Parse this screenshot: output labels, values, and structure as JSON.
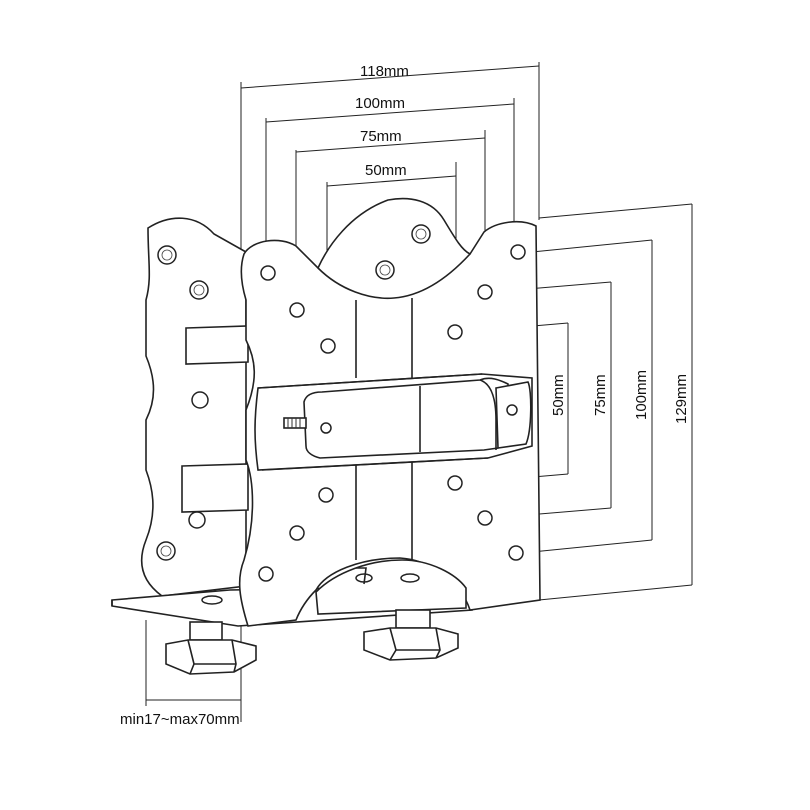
{
  "dimensions": {
    "width_118": "118mm",
    "width_100": "100mm",
    "width_75": "75mm",
    "width_50": "50mm",
    "height_50": "50mm",
    "height_75": "75mm",
    "height_100": "100mm",
    "height_129": "129mm",
    "clamp_range": "min17~max70mm"
  }
}
